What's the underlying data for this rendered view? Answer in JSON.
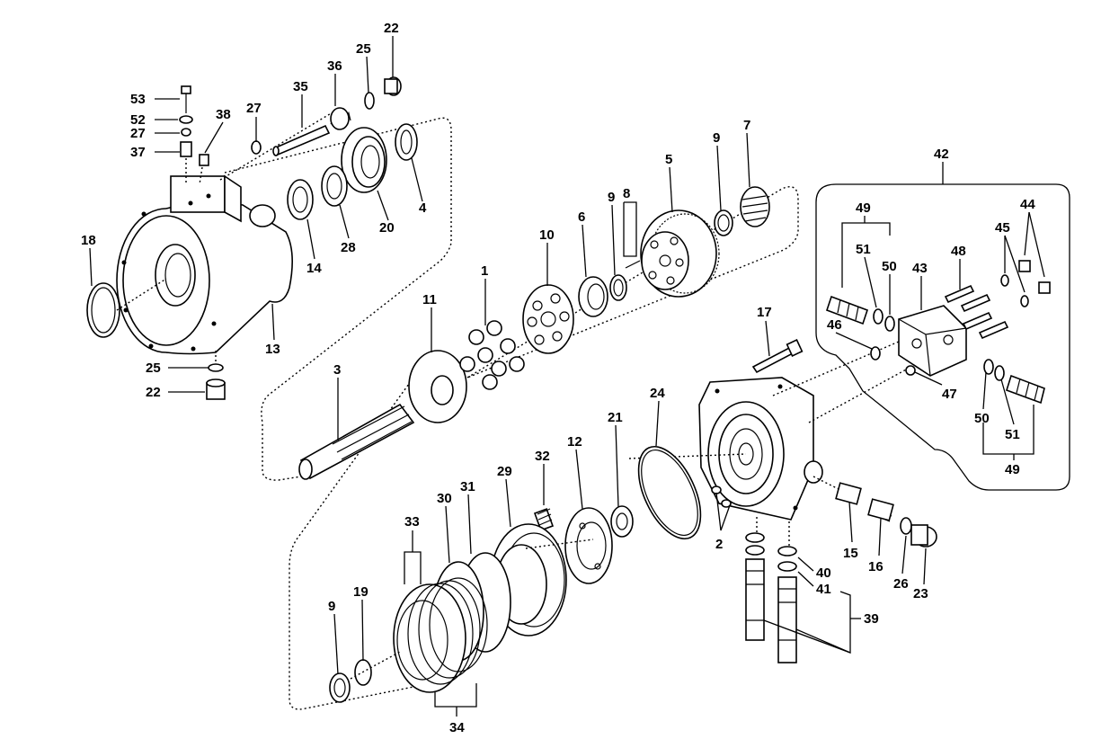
{
  "diagram": {
    "part_labels": {
      "p53": "53",
      "p52": "52",
      "p27a": "27",
      "p37": "37",
      "p38": "38",
      "p27b": "27",
      "p35": "35",
      "p36": "36",
      "p25a": "25",
      "p22a": "22",
      "p4": "4",
      "p20": "20",
      "p28": "28",
      "p14": "14",
      "p18": "18",
      "p13": "13",
      "p25b": "25",
      "p22b": "22",
      "p9a": "9",
      "p7": "7",
      "p5": "5",
      "p8": "8",
      "p9b": "9",
      "p6": "6",
      "p10": "10",
      "p1": "1",
      "p11": "11",
      "p3": "3",
      "p42": "42",
      "p49a": "49",
      "p51a": "51",
      "p50a": "50",
      "p48": "48",
      "p43": "43",
      "p45": "45",
      "p44": "44",
      "p46": "46",
      "p47": "47",
      "p50b": "50",
      "p51b": "51",
      "p49b": "49",
      "p17": "17",
      "p24": "24",
      "p21": "21",
      "p12": "12",
      "p32": "32",
      "p29": "29",
      "p31": "31",
      "p30": "30",
      "p33": "33",
      "p2": "2",
      "p15": "15",
      "p16": "16",
      "p26": "26",
      "p23": "23",
      "p40": "40",
      "p41": "41",
      "p39": "39",
      "p9c": "9",
      "p19": "19",
      "p34": "34"
    }
  }
}
